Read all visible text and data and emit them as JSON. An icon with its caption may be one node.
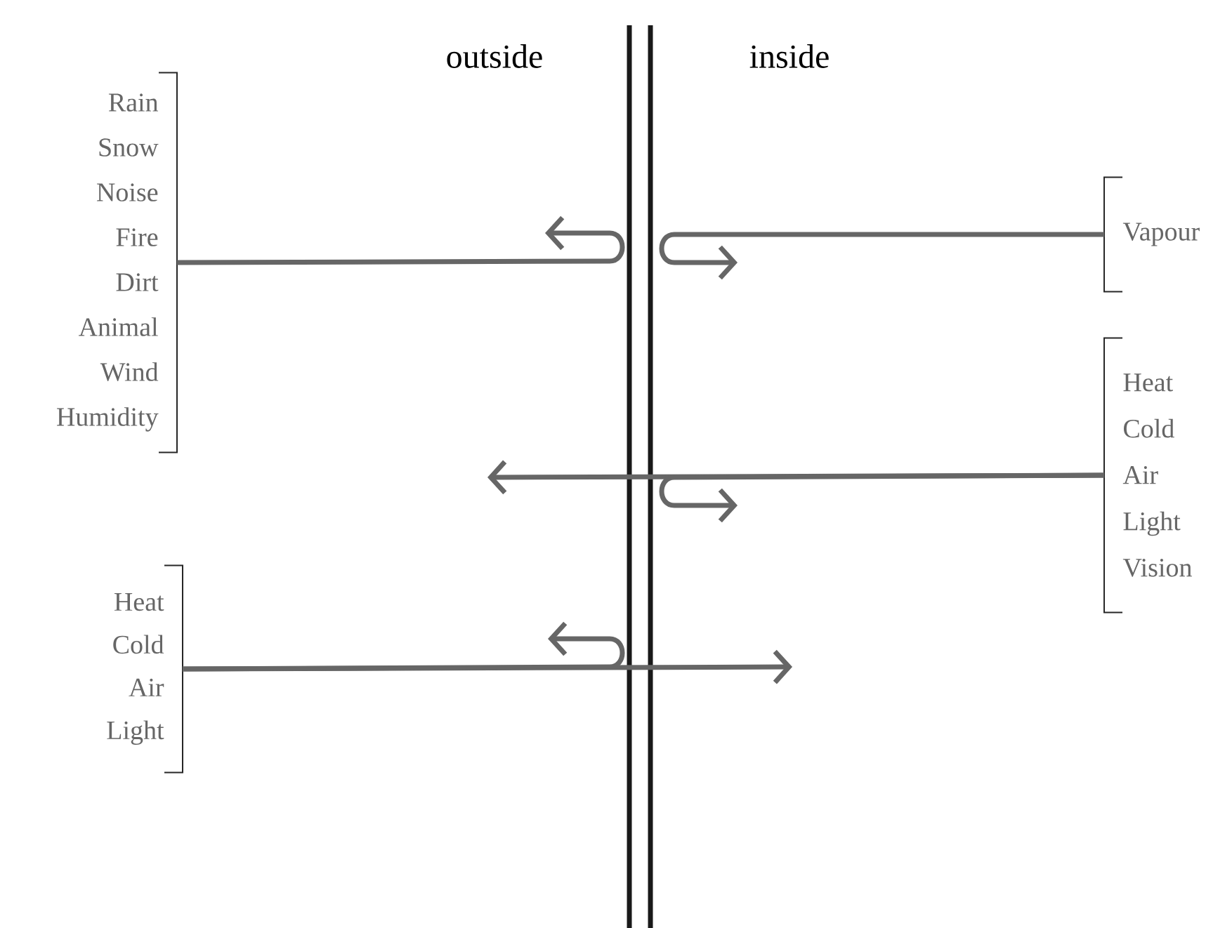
{
  "diagram": {
    "nodes": [
      {
        "text": [
          "Rain",
          "Snow",
          "Noise",
          "Fire",
          "Dirt",
          "Animal",
          "Wind",
          "Humidity"
        ]
      },
      {
        "text": [
          "Vapour"
        ]
      },
      {
        "text": [
          "Heat",
          "Cold",
          "Air",
          "Light",
          "Vision"
        ]
      },
      {
        "text": [
          "Heat",
          "Cold",
          "Air",
          "Light"
        ]
      }
    ],
    "edges": [
      {
        "from": 0,
        "to": null,
        "arrow": "to"
      },
      {
        "from": 1,
        "to": null,
        "arrow": "to"
      },
      {
        "from": 2,
        "to": null,
        "arrow": "to"
      },
      {
        "from": 2,
        "to": null,
        "arrow": "to"
      },
      {
        "from": 3,
        "to": null,
        "arrow": "to"
      },
      {
        "from": 3,
        "to": null,
        "arrow": "to"
      }
    ],
    "labels": [
      "outside",
      "inside"
    ]
  }
}
